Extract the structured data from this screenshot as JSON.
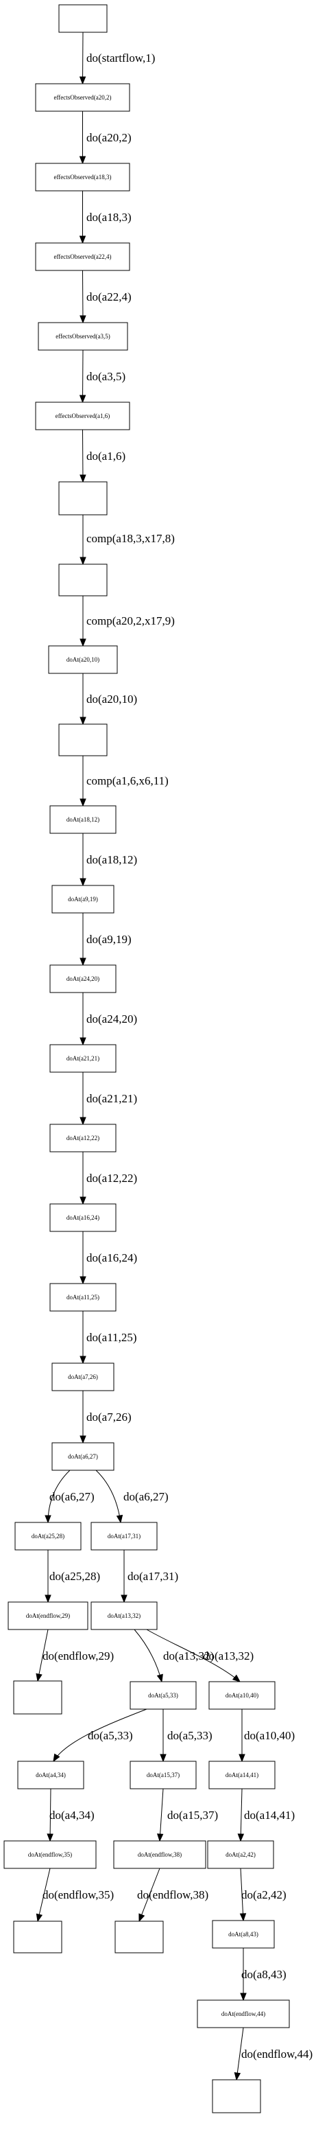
{
  "diagram": {
    "nodes": [
      {
        "id": "n0",
        "label": ""
      },
      {
        "id": "n1",
        "label": "effectsObserved(a20,2)"
      },
      {
        "id": "n2",
        "label": "effectsObserved(a18,3)"
      },
      {
        "id": "n3",
        "label": "effectsObserved(a22,4)"
      },
      {
        "id": "n4",
        "label": "effectsObserved(a3,5)"
      },
      {
        "id": "n5",
        "label": "effectsObserved(a1,6)"
      },
      {
        "id": "n6",
        "label": ""
      },
      {
        "id": "n7",
        "label": ""
      },
      {
        "id": "n8",
        "label": "doAt(a20,10)"
      },
      {
        "id": "n9",
        "label": ""
      },
      {
        "id": "n10",
        "label": "doAt(a18,12)"
      },
      {
        "id": "n11",
        "label": "doAt(a9,19)"
      },
      {
        "id": "n12",
        "label": "doAt(a24,20)"
      },
      {
        "id": "n13",
        "label": "doAt(a21,21)"
      },
      {
        "id": "n14",
        "label": "doAt(a12,22)"
      },
      {
        "id": "n15",
        "label": "doAt(a16,24)"
      },
      {
        "id": "n16",
        "label": "doAt(a11,25)"
      },
      {
        "id": "n17",
        "label": "doAt(a7,26)"
      },
      {
        "id": "n18",
        "label": "doAt(a6,27)"
      },
      {
        "id": "n19",
        "label": "doAt(a25,28)"
      },
      {
        "id": "n20",
        "label": "doAt(a17,31)"
      },
      {
        "id": "n21",
        "label": "doAt(endflow,29)"
      },
      {
        "id": "n22",
        "label": "doAt(a13,32)"
      },
      {
        "id": "n23",
        "label": ""
      },
      {
        "id": "n24",
        "label": "doAt(a5,33)"
      },
      {
        "id": "n25",
        "label": "doAt(a10,40)"
      },
      {
        "id": "n26",
        "label": "doAt(a4,34)"
      },
      {
        "id": "n27",
        "label": "doAt(a15,37)"
      },
      {
        "id": "n28",
        "label": "doAt(a14,41)"
      },
      {
        "id": "n29",
        "label": "doAt(endflow,35)"
      },
      {
        "id": "n30",
        "label": "doAt(endflow,38)"
      },
      {
        "id": "n31",
        "label": "doAt(a2,42)"
      },
      {
        "id": "n32",
        "label": ""
      },
      {
        "id": "n33",
        "label": ""
      },
      {
        "id": "n34",
        "label": "doAt(a8,43)"
      },
      {
        "id": "n35",
        "label": "doAt(endflow,44)"
      },
      {
        "id": "n36",
        "label": ""
      }
    ],
    "edges": [
      {
        "from": "n0",
        "to": "n1",
        "label": "do(startflow,1)"
      },
      {
        "from": "n1",
        "to": "n2",
        "label": "do(a20,2)"
      },
      {
        "from": "n2",
        "to": "n3",
        "label": "do(a18,3)"
      },
      {
        "from": "n3",
        "to": "n4",
        "label": "do(a22,4)"
      },
      {
        "from": "n4",
        "to": "n5",
        "label": "do(a3,5)"
      },
      {
        "from": "n5",
        "to": "n6",
        "label": "do(a1,6)"
      },
      {
        "from": "n6",
        "to": "n7",
        "label": "comp(a18,3,x17,8)"
      },
      {
        "from": "n7",
        "to": "n8",
        "label": "comp(a20,2,x17,9)"
      },
      {
        "from": "n8",
        "to": "n9",
        "label": "do(a20,10)"
      },
      {
        "from": "n9",
        "to": "n10",
        "label": "comp(a1,6,x6,11)"
      },
      {
        "from": "n10",
        "to": "n11",
        "label": "do(a18,12)"
      },
      {
        "from": "n11",
        "to": "n12",
        "label": "do(a9,19)"
      },
      {
        "from": "n12",
        "to": "n13",
        "label": "do(a24,20)"
      },
      {
        "from": "n13",
        "to": "n14",
        "label": "do(a21,21)"
      },
      {
        "from": "n14",
        "to": "n15",
        "label": "do(a12,22)"
      },
      {
        "from": "n15",
        "to": "n16",
        "label": "do(a16,24)"
      },
      {
        "from": "n16",
        "to": "n17",
        "label": "do(a11,25)"
      },
      {
        "from": "n17",
        "to": "n18",
        "label": "do(a7,26)"
      },
      {
        "from": "n18",
        "to": "n19",
        "label": "do(a6,27)"
      },
      {
        "from": "n18",
        "to": "n20",
        "label": "do(a6,27)"
      },
      {
        "from": "n19",
        "to": "n21",
        "label": "do(a25,28)"
      },
      {
        "from": "n20",
        "to": "n22",
        "label": "do(a17,31)"
      },
      {
        "from": "n21",
        "to": "n23",
        "label": "do(endflow,29)"
      },
      {
        "from": "n22",
        "to": "n24",
        "label": "do(a13,32)"
      },
      {
        "from": "n22",
        "to": "n25",
        "label": "do(a13,32)"
      },
      {
        "from": "n24",
        "to": "n26",
        "label": "do(a5,33)"
      },
      {
        "from": "n24",
        "to": "n27",
        "label": "do(a5,33)"
      },
      {
        "from": "n25",
        "to": "n28",
        "label": "do(a10,40)"
      },
      {
        "from": "n26",
        "to": "n29",
        "label": "do(a4,34)"
      },
      {
        "from": "n27",
        "to": "n30",
        "label": "do(a15,37)"
      },
      {
        "from": "n28",
        "to": "n31",
        "label": "do(a14,41)"
      },
      {
        "from": "n29",
        "to": "n32",
        "label": "do(endflow,35)"
      },
      {
        "from": "n30",
        "to": "n33",
        "label": "do(endflow,38)"
      },
      {
        "from": "n31",
        "to": "n34",
        "label": "do(a2,42)"
      },
      {
        "from": "n34",
        "to": "n35",
        "label": "do(a8,43)"
      },
      {
        "from": "n35",
        "to": "n36",
        "label": "do(endflow,44)"
      }
    ]
  }
}
